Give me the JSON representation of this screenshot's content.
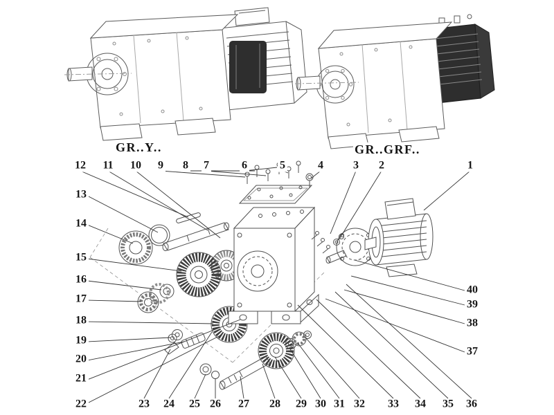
{
  "colors": {
    "line": "#4f4f4f",
    "dark_fill": "#2e2e2e",
    "text": "#151515"
  },
  "variant_labels": {
    "left": "GR..Y..",
    "right": "GR..GRF.."
  },
  "callouts": [
    "1",
    "2",
    "3",
    "4",
    "5",
    "6",
    "7",
    "8",
    "9",
    "10",
    "11",
    "12",
    "13",
    "14",
    "15",
    "16",
    "17",
    "18",
    "19",
    "20",
    "21",
    "22",
    "23",
    "24",
    "25",
    "26",
    "27",
    "28",
    "29",
    "30",
    "31",
    "32",
    "33",
    "34",
    "35",
    "36",
    "37",
    "38",
    "39",
    "40"
  ]
}
